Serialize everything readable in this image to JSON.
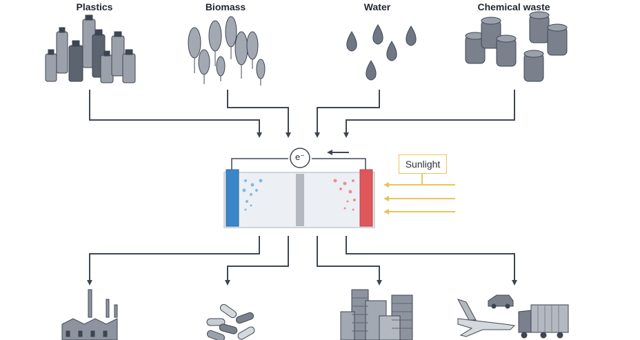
{
  "sources": {
    "plastics": "Plastics",
    "biomass": "Biomass",
    "water": "Water",
    "chemical_waste": "Chemical waste"
  },
  "cell": {
    "electron": "e⁻",
    "sunlight": "Sunlight"
  },
  "outputs": [
    "factory-icon",
    "pills-icon",
    "buildings-icon",
    "transport-icon"
  ],
  "colors": {
    "line": "#3d4552",
    "anode": "#3a86c8",
    "cathode": "#e0575b",
    "sun": "#e9c35a",
    "icon": "#8d949f"
  }
}
